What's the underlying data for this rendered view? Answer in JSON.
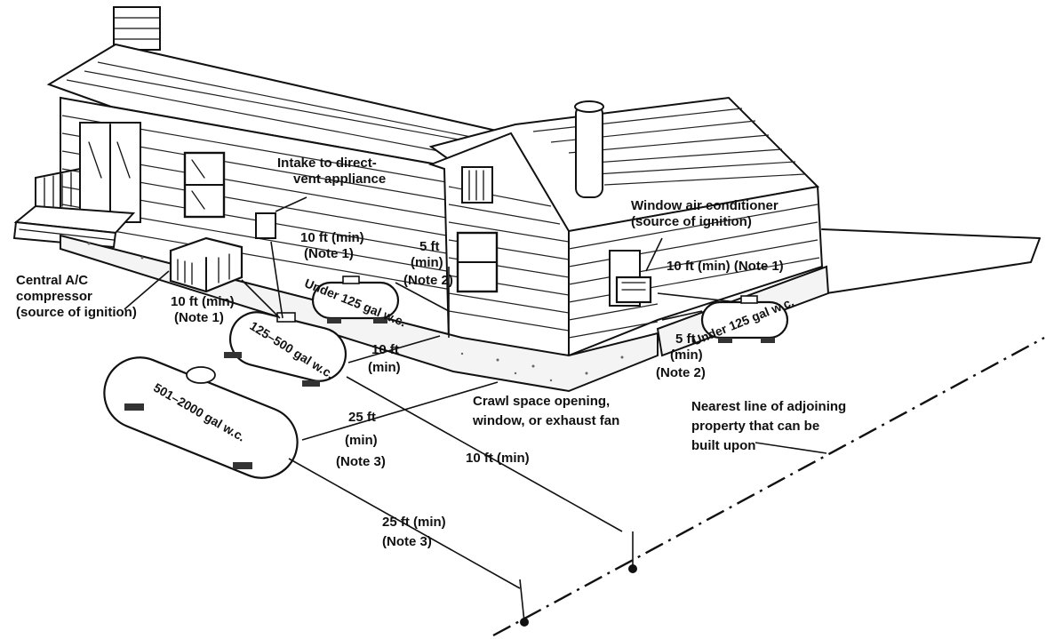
{
  "labels": {
    "intake": [
      "Intake to direct-",
      "vent appliance"
    ],
    "window_ac": [
      "Window air conditioner",
      "(source of ignition)"
    ],
    "central_ac": [
      "Central A/C",
      "compressor",
      "(source of ignition)"
    ],
    "dim_10_note1_upper": [
      "10 ft (min)",
      "(Note 1)"
    ],
    "dim_10_note1_left": [
      "10 ft (min)",
      "(Note 1)"
    ],
    "dim_5_note2_mid": [
      "5 ft",
      "(min)",
      "(Note 2)"
    ],
    "dim_10_note1_right": [
      "10 ft (min) (Note 1)"
    ],
    "dim_5_note2_right": [
      "5 ft",
      "(min)",
      "(Note 2)"
    ],
    "dim_10_min_mid": [
      "10 ft",
      "(min)"
    ],
    "dim_25_note3_upper": [
      "25 ft",
      "(min)",
      "(Note 3)"
    ],
    "dim_10_min_lower": [
      "10 ft (min)"
    ],
    "dim_25_note3_lower": [
      "25 ft (min)",
      "(Note 3)"
    ],
    "crawl": [
      "Crawl space opening,",
      "window, or exhaust fan"
    ],
    "property": [
      "Nearest line of adjoining",
      "property that can be",
      "built upon"
    ]
  },
  "tanks": {
    "small_left": "Under 125 gal w.c.",
    "small_right": "Under 125 gal w.c.",
    "medium": "125–500 gal w.c.",
    "large": "501–2000 gal w.c."
  }
}
